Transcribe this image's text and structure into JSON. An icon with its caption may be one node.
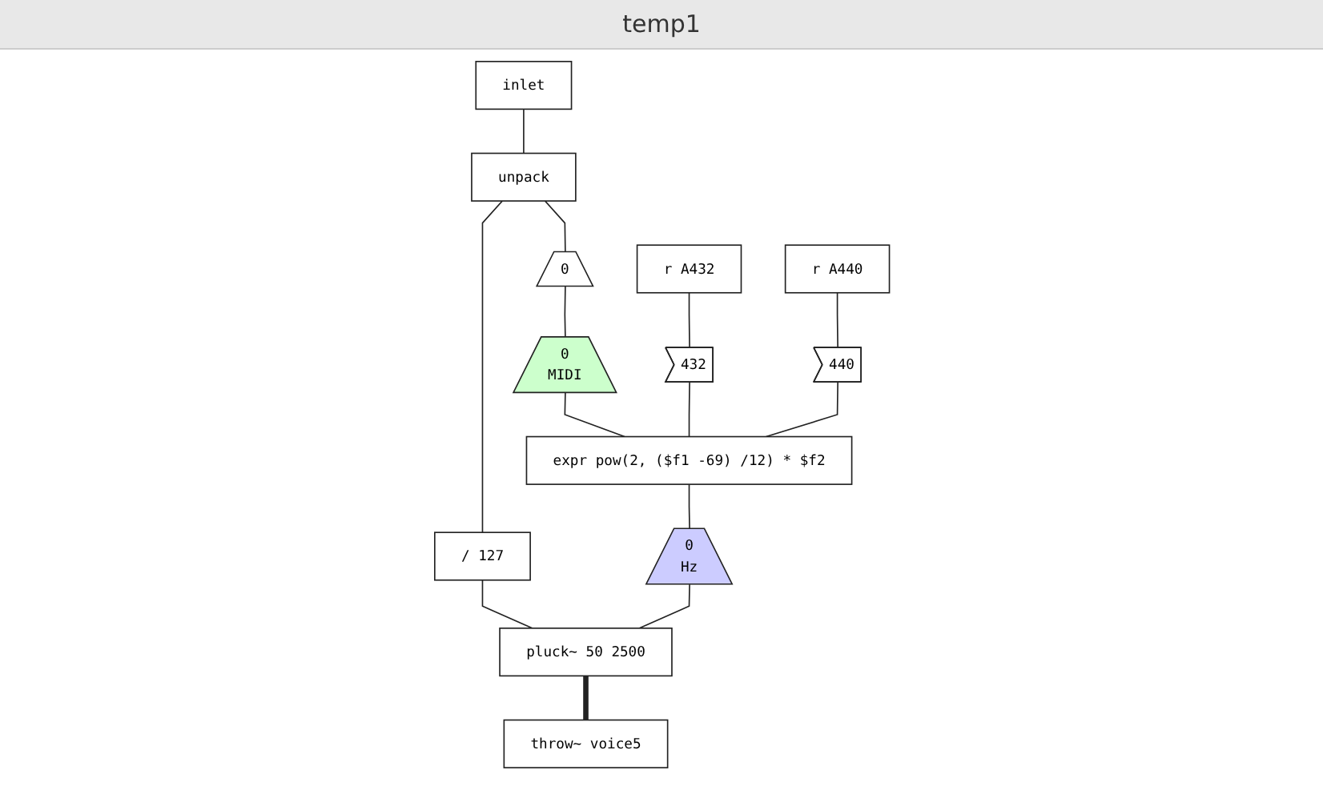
{
  "diagram": {
    "title": "temp1",
    "nodes": [
      {
        "text": [
          "inlet"
        ]
      },
      {
        "text": [
          "unpack"
        ]
      },
      {
        "text": [
          "0"
        ]
      },
      {
        "text": [
          "r A432"
        ]
      },
      {
        "text": [
          "r A440"
        ]
      },
      {
        "text": [
          "0",
          "MIDI"
        ]
      },
      {
        "text": [
          "432"
        ]
      },
      {
        "text": [
          "440"
        ]
      },
      {
        "text": [
          "/ 127"
        ]
      },
      {
        "text": [
          "expr pow(2, ($f1 -69) /12) * $f2"
        ]
      },
      {
        "text": [
          "0",
          "Hz"
        ]
      },
      {
        "text": [
          "pluck~ 50 2500"
        ]
      },
      {
        "text": [
          "throw~ voice5"
        ]
      }
    ],
    "edges": [
      {
        "from": 0,
        "to": 1,
        "arrow": "none"
      },
      {
        "from": 1,
        "to": 2,
        "arrow": "none"
      },
      {
        "from": 1,
        "to": 8,
        "arrow": "none"
      },
      {
        "from": 2,
        "to": 5,
        "arrow": "none"
      },
      {
        "from": 3,
        "to": 6,
        "arrow": "none"
      },
      {
        "from": 4,
        "to": 7,
        "arrow": "none"
      },
      {
        "from": 5,
        "to": 9,
        "arrow": "none"
      },
      {
        "from": 6,
        "to": 9,
        "arrow": "none"
      },
      {
        "from": 7,
        "to": 9,
        "arrow": "none"
      },
      {
        "from": 8,
        "to": 11,
        "arrow": "none"
      },
      {
        "from": 9,
        "to": 10,
        "arrow": "none"
      },
      {
        "from": 10,
        "to": 11,
        "arrow": "none"
      },
      {
        "from": 11,
        "to": 12,
        "arrow": "none",
        "style": "thick"
      }
    ]
  }
}
